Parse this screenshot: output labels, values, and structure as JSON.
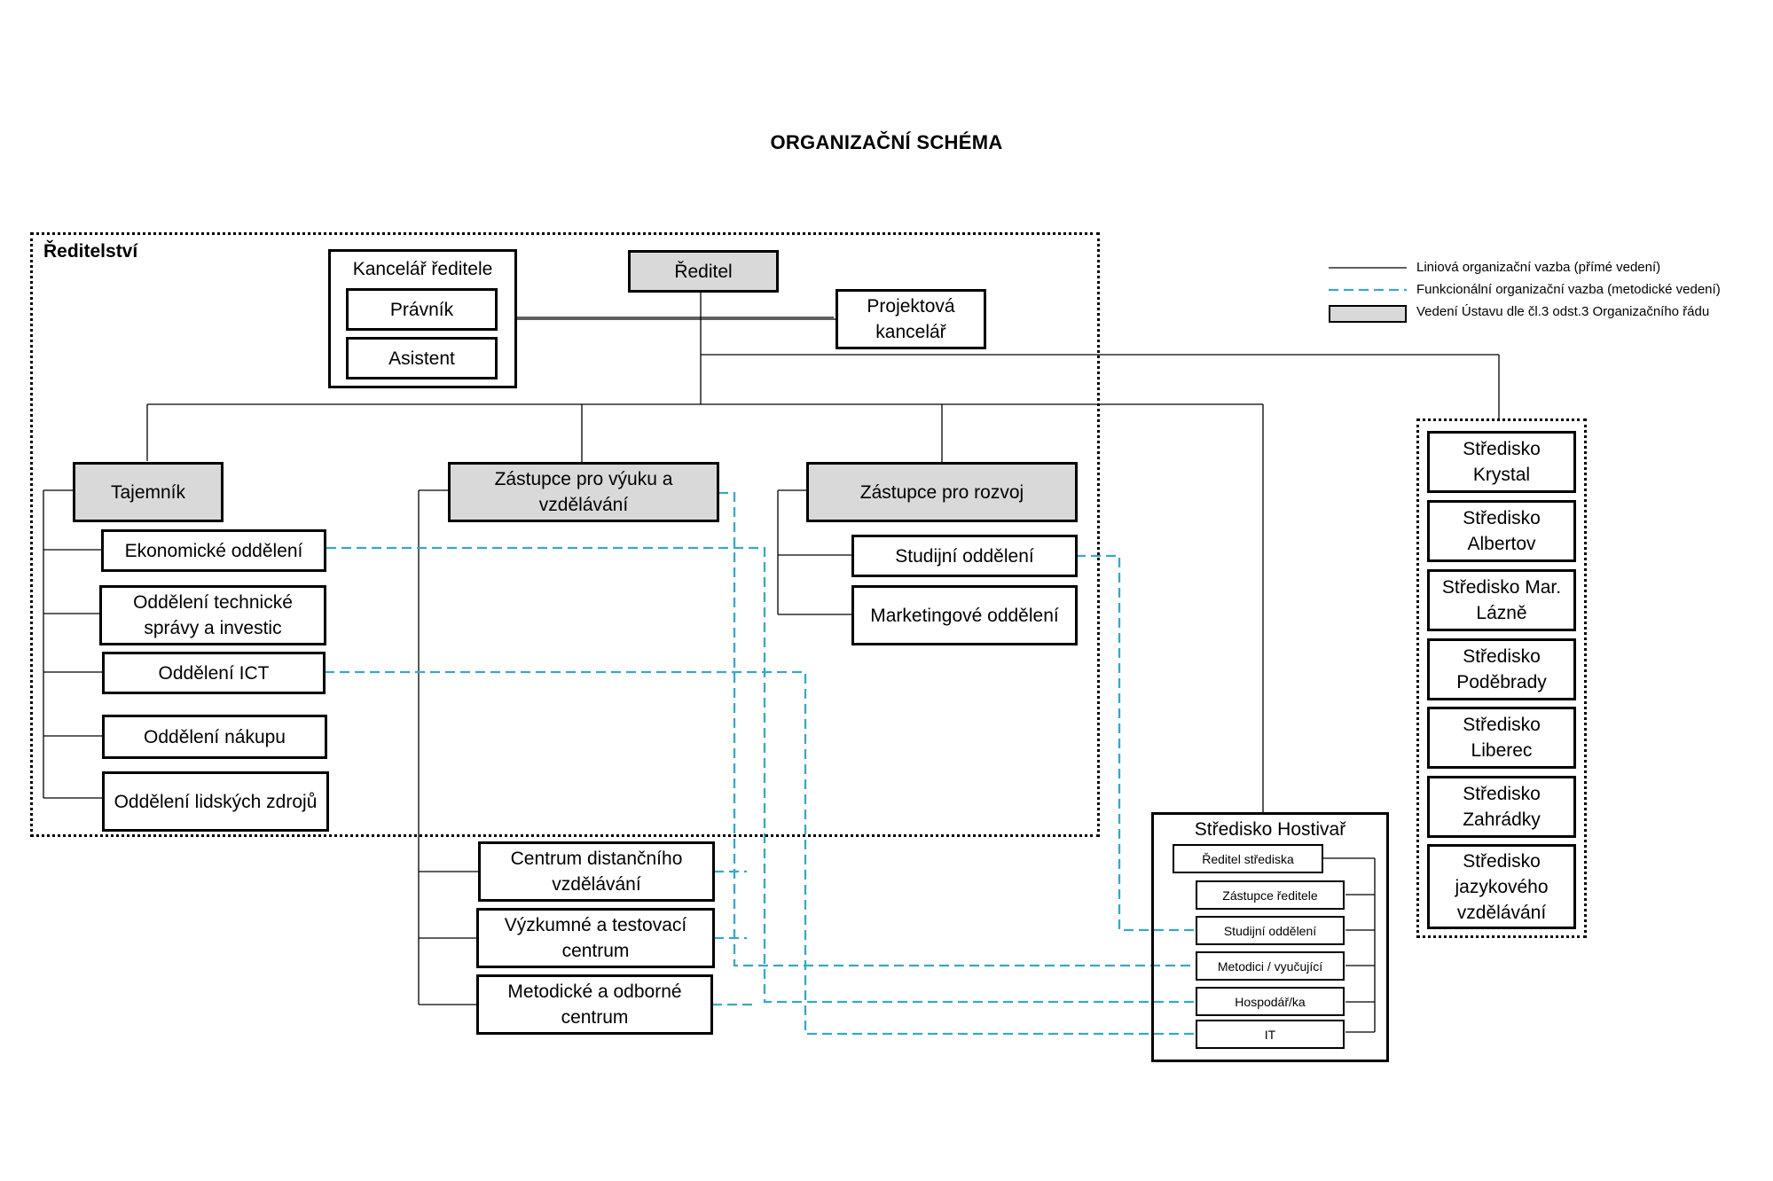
{
  "title": "ORGANIZAČNÍ SCHÉMA",
  "region_label": "Ředitelství",
  "colors": {
    "functional_link": "#3aa7c4",
    "leadership_fill": "#d9d9d9"
  },
  "legend": {
    "line": "Liniová organizační vazba (přímé vedení)",
    "dashed": "Funkcionální organizační vazba (metodické vedení)",
    "gray": "Vedení Ústavu dle čl.3 odst.3 Organizačního řádu"
  },
  "office": {
    "title": "Kancelář ředitele",
    "items": [
      "Právník",
      "Asistent"
    ]
  },
  "director": "Ředitel",
  "project_office": "Projektová kancelář",
  "secretary": {
    "title": "Tajemník",
    "units": [
      "Ekonomické oddělení",
      "Oddělení technické správy a investic",
      "Oddělení ICT",
      "Oddělení nákupu",
      "Oddělení lidských zdrojů"
    ]
  },
  "deputy_edu": {
    "title": "Zástupce pro výuku a vzdělávání",
    "units": [
      "Centrum distančního vzdělávání",
      "Výzkumné a testovací centrum",
      "Metodické a odborné centrum"
    ]
  },
  "deputy_dev": {
    "title": "Zástupce pro rozvoj",
    "units": [
      "Studijní oddělení",
      "Marketingové oddělení"
    ]
  },
  "hostivar": {
    "title": "Středisko Hostivař",
    "items": [
      "Ředitel střediska",
      "Zástupce ředitele",
      "Studijní oddělení",
      "Metodici / vyučující",
      "Hospodář/ka",
      "IT"
    ]
  },
  "centers": [
    "Středisko Krystal",
    "Středisko Albertov",
    "Středisko Mar. Lázně",
    "Středisko Poděbrady",
    "Středisko Liberec",
    "Středisko Zahrádky",
    "Středisko jazykového vzdělávání"
  ]
}
